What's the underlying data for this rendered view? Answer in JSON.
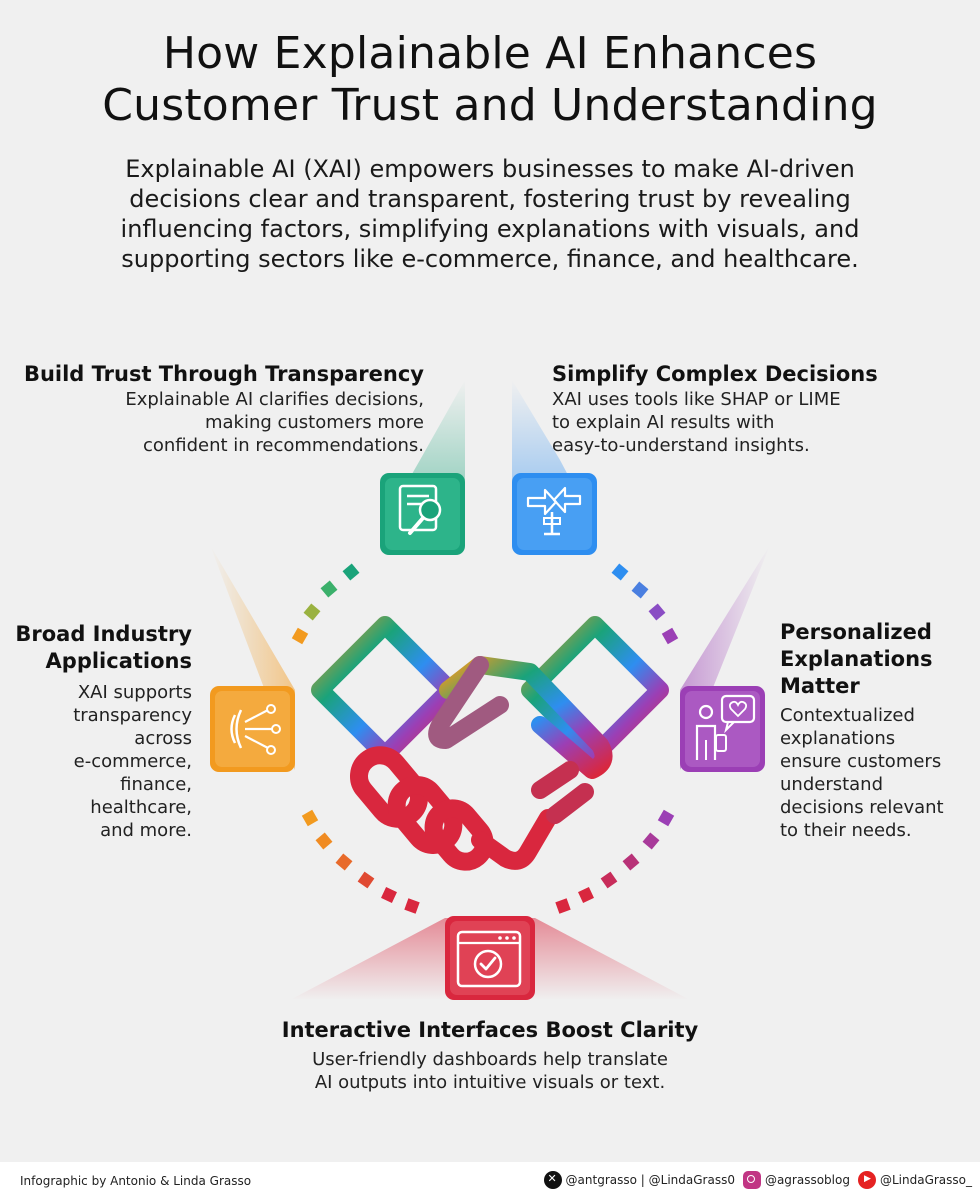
{
  "header": {
    "title_line1": "How Explainable AI Enhances",
    "title_line2": "Customer Trust and Understanding",
    "subtitle_lines": [
      "Explainable AI (XAI) empowers businesses to make AI-driven",
      "decisions clear and transparent, fostering trust by revealing",
      "influencing factors, simplifying explanations with visuals, and",
      "supporting sectors like e-commerce, finance, and healthcare."
    ]
  },
  "sections": {
    "transparency": {
      "title": "Build Trust Through Transparency",
      "lines": [
        "Explainable AI clarifies decisions,",
        "making customers more",
        "confident in recommendations."
      ],
      "color": "#1aa37a",
      "icon": "search-document-icon"
    },
    "simplify": {
      "title": "Simplify Complex Decisions",
      "lines": [
        "XAI uses tools like SHAP or LIME",
        "to explain AI results with",
        "easy-to-understand insights."
      ],
      "color": "#2e8ef0",
      "icon": "decision-arrows-icon"
    },
    "industry": {
      "title_lines": [
        "Broad Industry",
        "Applications"
      ],
      "lines": [
        "XAI supports",
        "transparency",
        "across",
        "e-commerce,",
        "finance,",
        "healthcare,",
        "and more."
      ],
      "color": "#f29a1f",
      "icon": "circuit-icon"
    },
    "personalized": {
      "title_lines": [
        "Personalized",
        "Explanations",
        "Matter"
      ],
      "lines": [
        "Contextualized",
        "explanations",
        "ensure customers",
        "understand",
        "decisions relevant",
        "to their needs."
      ],
      "color": "#9b3fb5",
      "icon": "person-heart-icon"
    },
    "interactive": {
      "title": "Interactive Interfaces Boost Clarity",
      "lines": [
        "User-friendly dashboards help translate",
        "AI outputs into intuitive visuals or text."
      ],
      "color": "#d9273e",
      "icon": "browser-check-icon"
    }
  },
  "center_icon": "handshake-icon",
  "footer": {
    "credit": "Infographic by Antonio & Linda Grasso",
    "x_handles": "@antgrasso | @LindaGrass0",
    "instagram": "@agrassoblog",
    "youtube": "@LindaGrasso_"
  }
}
